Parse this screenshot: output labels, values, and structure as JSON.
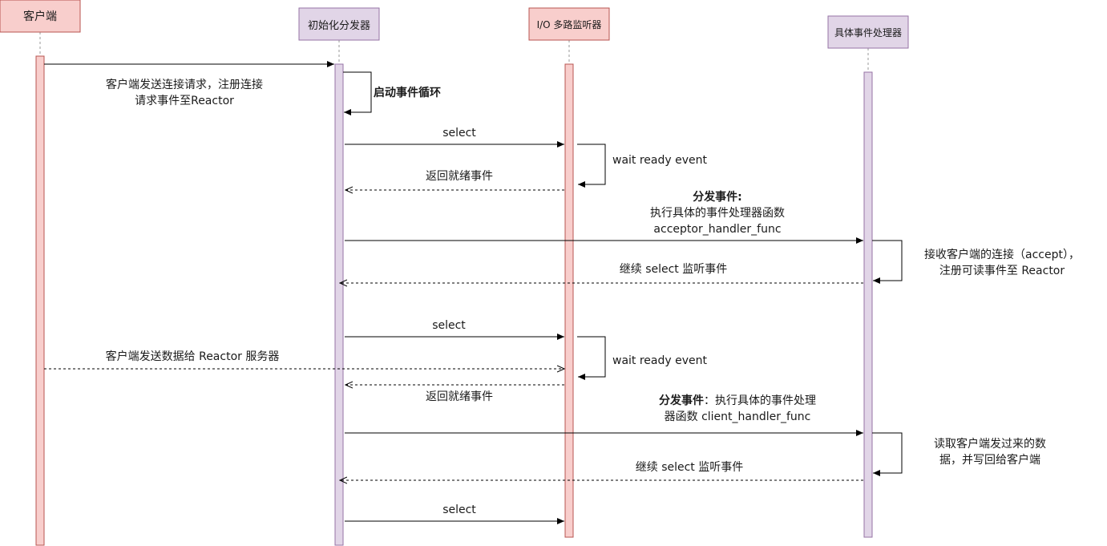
{
  "colors": {
    "client_fill": "#f8cecc",
    "client_stroke": "#b85450",
    "dispatcher_fill": "#e1d5e7",
    "dispatcher_stroke": "#9673a6",
    "line": "#000000",
    "lifeline": "#a0a0a0"
  },
  "participants": [
    {
      "id": "client",
      "label": "客户端"
    },
    {
      "id": "dispatcher",
      "label": "初始化分发器"
    },
    {
      "id": "io_mux",
      "label": "I/O 多路监听器"
    },
    {
      "id": "handler",
      "label": "具体事件处理器"
    }
  ],
  "messages": [
    {
      "from": "client",
      "to": "dispatcher",
      "style": "solid",
      "label_lines": [
        "客户端发送连接请求，注册连接",
        "请求事件至Reactor"
      ]
    },
    {
      "from": "dispatcher",
      "to": "dispatcher",
      "style": "self",
      "label_lines": [
        "启动事件循环"
      ],
      "bold": true
    },
    {
      "from": "dispatcher",
      "to": "io_mux",
      "style": "solid",
      "label_lines": [
        "select"
      ]
    },
    {
      "from": "io_mux",
      "to": "io_mux",
      "style": "self",
      "label_lines": [
        "wait ready event"
      ]
    },
    {
      "from": "io_mux",
      "to": "dispatcher",
      "style": "dashed",
      "label_lines": [
        "返回就绪事件"
      ]
    },
    {
      "from": "dispatcher",
      "to": "handler",
      "style": "solid",
      "label_lines": [
        "分发事件:",
        "执行具体的事件处理器函数",
        "acceptor_handler_func"
      ]
    },
    {
      "from": "handler",
      "to": "handler",
      "style": "self",
      "label_lines": [
        "接收客户端的连接（accept），",
        "注册可读事件至 Reactor"
      ]
    },
    {
      "from": "handler",
      "to": "dispatcher",
      "style": "dashed",
      "label_lines": [
        "继续 select 监听事件"
      ]
    },
    {
      "from": "dispatcher",
      "to": "io_mux",
      "style": "solid",
      "label_lines": [
        "select"
      ]
    },
    {
      "from": "io_mux",
      "to": "io_mux",
      "style": "self",
      "label_lines": [
        "wait ready event"
      ]
    },
    {
      "from": "client",
      "to": "io_mux",
      "style": "dashed",
      "label_lines": [
        "客户端发送数据给 Reactor 服务器"
      ]
    },
    {
      "from": "io_mux",
      "to": "dispatcher",
      "style": "dashed",
      "label_lines": [
        "返回就绪事件"
      ]
    },
    {
      "from": "dispatcher",
      "to": "handler",
      "style": "solid",
      "label_lines": [
        "分发事件：执行具体的事件处理",
        "器函数 client_handler_func"
      ],
      "bold_prefix": "分发事件"
    },
    {
      "from": "handler",
      "to": "handler",
      "style": "self",
      "label_lines": [
        "读取客户端发过来的数",
        "据，并写回给客户端"
      ]
    },
    {
      "from": "handler",
      "to": "dispatcher",
      "style": "dashed",
      "label_lines": [
        "继续 select 监听事件"
      ]
    },
    {
      "from": "dispatcher",
      "to": "io_mux",
      "style": "solid",
      "label_lines": [
        "select"
      ]
    }
  ]
}
